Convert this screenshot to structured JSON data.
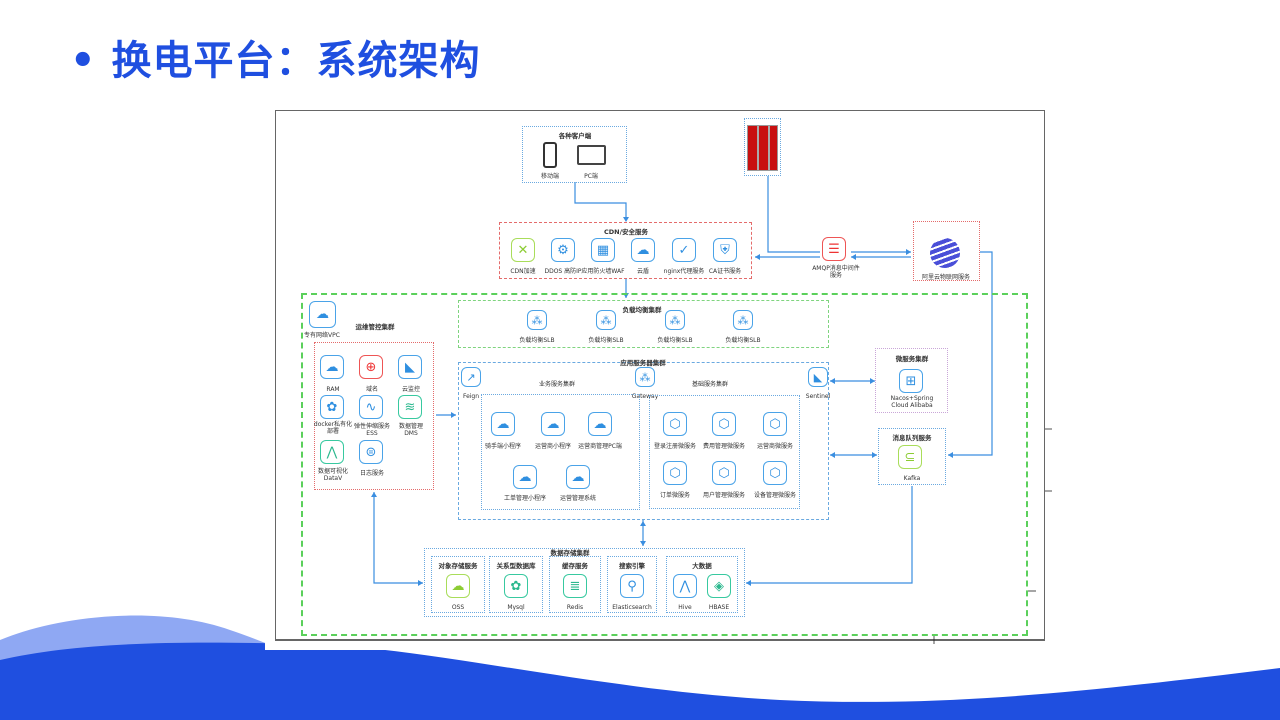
{
  "title": "换电平台：系统架构",
  "bullet": "•",
  "colors": {
    "title": "#1f4fe0",
    "wave_dark": "#1f4fe0",
    "wave_light": "#8fa8f3",
    "line": "#3a8ee0"
  },
  "clients": {
    "title": "各种客户端",
    "mobile": "移动端",
    "pc": "PC端"
  },
  "cdn": {
    "title": "CDN/安全服务",
    "items": [
      "CDN加速",
      "DDOS 高防IP",
      "应用防火墙WAF",
      "云盾",
      "nginx代理服务",
      "CA证书服务"
    ]
  },
  "amqp": {
    "label": "AMQP消息中间件服务"
  },
  "iot": {
    "label": "阿里云物联网服务"
  },
  "vpc": {
    "label": "专有网络VPC"
  },
  "ops": {
    "title": "运维管控集群",
    "items": [
      "RAM",
      "域名",
      "云监控",
      "docker私有化部署",
      "弹性伸缩服务ESS",
      "数据管理DMS",
      "数据可视化DataV",
      "日志服务"
    ]
  },
  "lb": {
    "title": "负载均衡集群",
    "items": [
      "负载均衡SLB",
      "负载均衡SLB",
      "负载均衡SLB",
      "负载均衡SLB"
    ]
  },
  "app": {
    "title": "应用服务器集群",
    "feign": "Feign",
    "gateway": "Gateway",
    "sentinel": "Sentinel",
    "biz": {
      "title": "业务服务集群",
      "items": [
        "骑手端小程序",
        "运营商小程序",
        "运营商管理PC端",
        "工单管理小程序",
        "运营管理系统"
      ]
    },
    "base": {
      "title": "基础服务集群",
      "items": [
        "登录注册微服务",
        "费用管理微服务",
        "运营商微服务",
        "订单微服务",
        "用户管理微服务",
        "设备管理微服务"
      ]
    }
  },
  "micro": {
    "title": "微服务集群",
    "label": "Nacos+Spring Cloud Alibaba"
  },
  "mq": {
    "title": "消息队列服务",
    "label": "Kafka"
  },
  "storage": {
    "title": "数据存储集群",
    "groups": [
      {
        "title": "对象存储服务",
        "items": [
          "OSS"
        ]
      },
      {
        "title": "关系型数据库",
        "items": [
          "Mysql"
        ]
      },
      {
        "title": "缓存服务",
        "items": [
          "Redis"
        ]
      },
      {
        "title": "搜索引擎",
        "items": [
          "Elasticsearch"
        ]
      },
      {
        "title": "大数据",
        "items": [
          "Hive",
          "HBASE"
        ]
      }
    ]
  }
}
